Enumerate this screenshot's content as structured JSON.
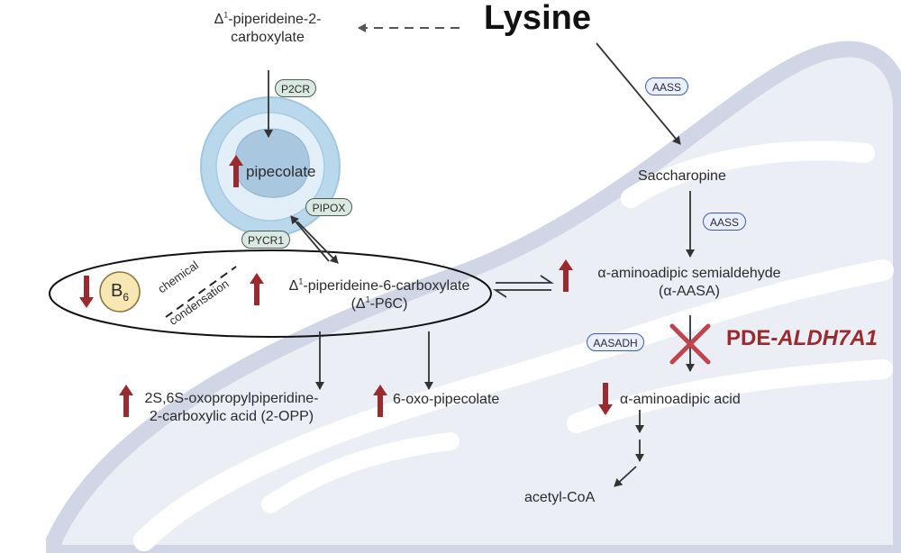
{
  "title": "Lysine",
  "metabolites": {
    "p2c_line1": "Δ",
    "p2c_sup": "1",
    "p2c_line1_rest": "-piperideine-2-",
    "p2c_line2": "carboxylate",
    "pipecolate": "pipecolate",
    "p6c_delta": "Δ",
    "p6c_sup": "1",
    "p6c_rest": "-piperideine-6-carboxylate",
    "p6c_abbr_open": "(Δ",
    "p6c_abbr_sup": "1",
    "p6c_abbr_close": "-P6C)",
    "saccharopine": "Saccharopine",
    "aasa_line1": "α-aminoadipic semialdehyde",
    "aasa_line2": "(α-AASA)",
    "aaa": "α-aminoadipic acid",
    "acetylcoa": "acetyl-CoA",
    "oxopip": "6-oxo-pipecolate",
    "opp_line1": "2S,6S-oxopropylpiperidine-",
    "opp_line2": "2-carboxylic acid (2-OPP)"
  },
  "enzymes": {
    "p2cr": "P2CR",
    "pipox": "PIPOX",
    "pycr1": "PYCR1",
    "aass1": "AASS",
    "aass2": "AASS",
    "aasadh": "AASADH"
  },
  "cofactor": {
    "b": "B",
    "sub": "6"
  },
  "condensation": {
    "line1": "chemical",
    "line2": "condensation"
  },
  "disease": {
    "prefix": "PDE-",
    "gene": "ALDH7A1"
  },
  "colors": {
    "up_arrow": "#9b2a2f",
    "block_x": "#c0444d",
    "mito_fill": "#e7eaf4",
    "vesicle_outer": "#bad8ec",
    "vesicle_inner": "#dbeaf6",
    "b6_fill": "#f7e7b3"
  },
  "icons": [
    "up-arrow-icon",
    "down-arrow-icon",
    "block-x-icon",
    "mitochondrion-icon",
    "vesicle-icon"
  ]
}
